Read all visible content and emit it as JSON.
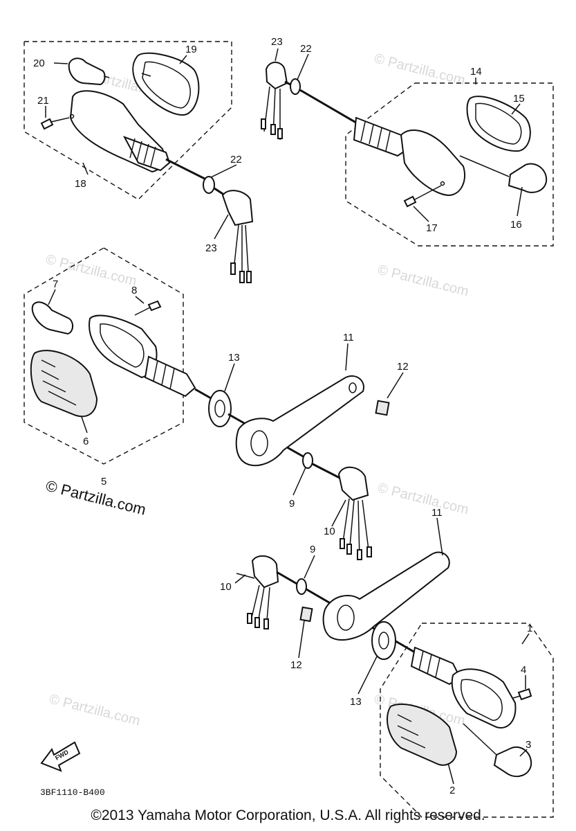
{
  "title": "",
  "callouts": {
    "c1": "1",
    "c2": "2",
    "c3": "3",
    "c4": "4",
    "c5": "5",
    "c6": "6",
    "c7": "7",
    "c8": "8",
    "c9a": "9",
    "c9b": "9",
    "c10a": "10",
    "c10b": "10",
    "c11a": "11",
    "c11b": "11",
    "c12a": "12",
    "c12b": "12",
    "c13a": "13",
    "c13b": "13",
    "c14": "14",
    "c15": "15",
    "c16": "16",
    "c17": "17",
    "c18": "18",
    "c19": "19",
    "c20": "20",
    "c21": "21",
    "c22a": "22",
    "c22b": "22",
    "c23a": "23",
    "c23b": "23"
  },
  "watermarks": {
    "small": "© Partzilla.com",
    "main": "© Partzilla.com"
  },
  "fwd_label": "FWD",
  "diagram_code": "3BF1110-B400",
  "copyright": "©2013  Yamaha Motor Corporation, U.S.A. All rights reserved."
}
